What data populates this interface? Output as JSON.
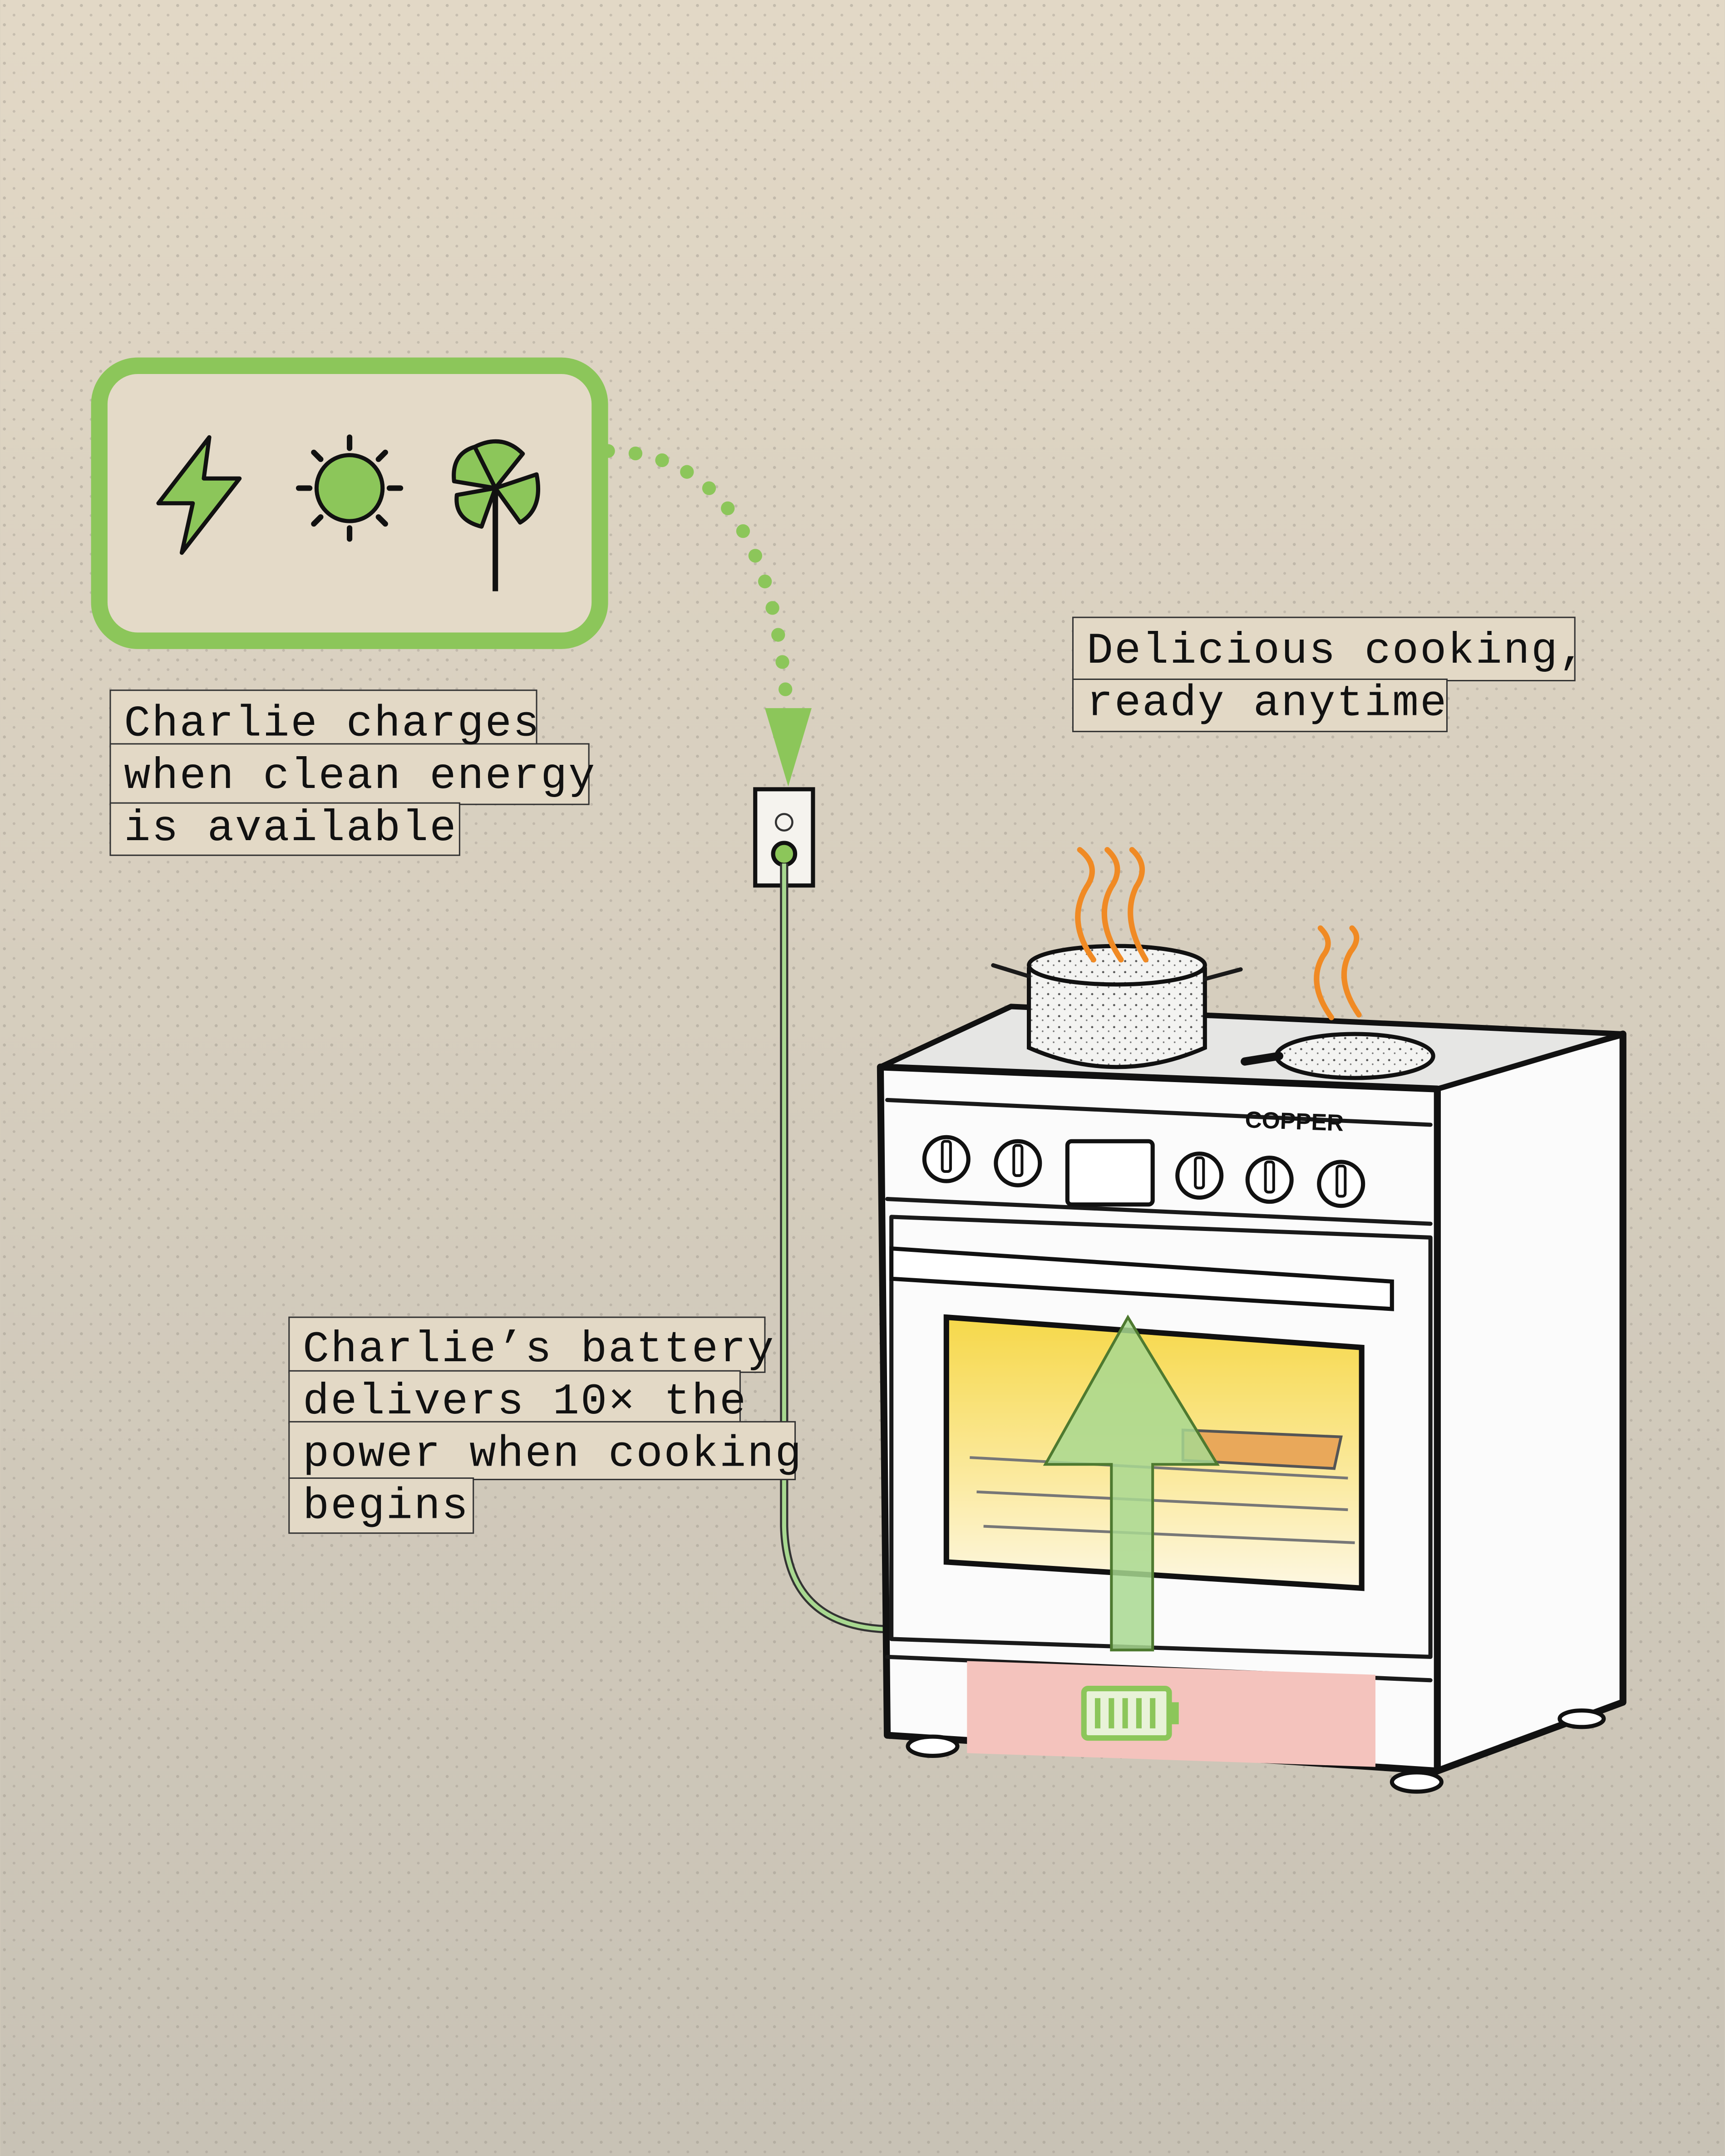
{
  "energy_box": {
    "icons": [
      "lightning-bolt-icon",
      "sun-icon",
      "wind-pinwheel-icon"
    ],
    "accent_color": "#8cc65a"
  },
  "labels": {
    "charging": [
      "Charlie charges",
      "when clean energy",
      "is available"
    ],
    "cooking": [
      "Delicious cooking,",
      "ready anytime"
    ],
    "battery": [
      "Charlie’s battery",
      "delivers 10× the",
      "power when cooking",
      "begins"
    ]
  },
  "stove": {
    "brand": "COPPER",
    "battery_color": "#8cc65a",
    "drawer_color": "#f4c3bd",
    "steam_color": "#f08a24"
  }
}
